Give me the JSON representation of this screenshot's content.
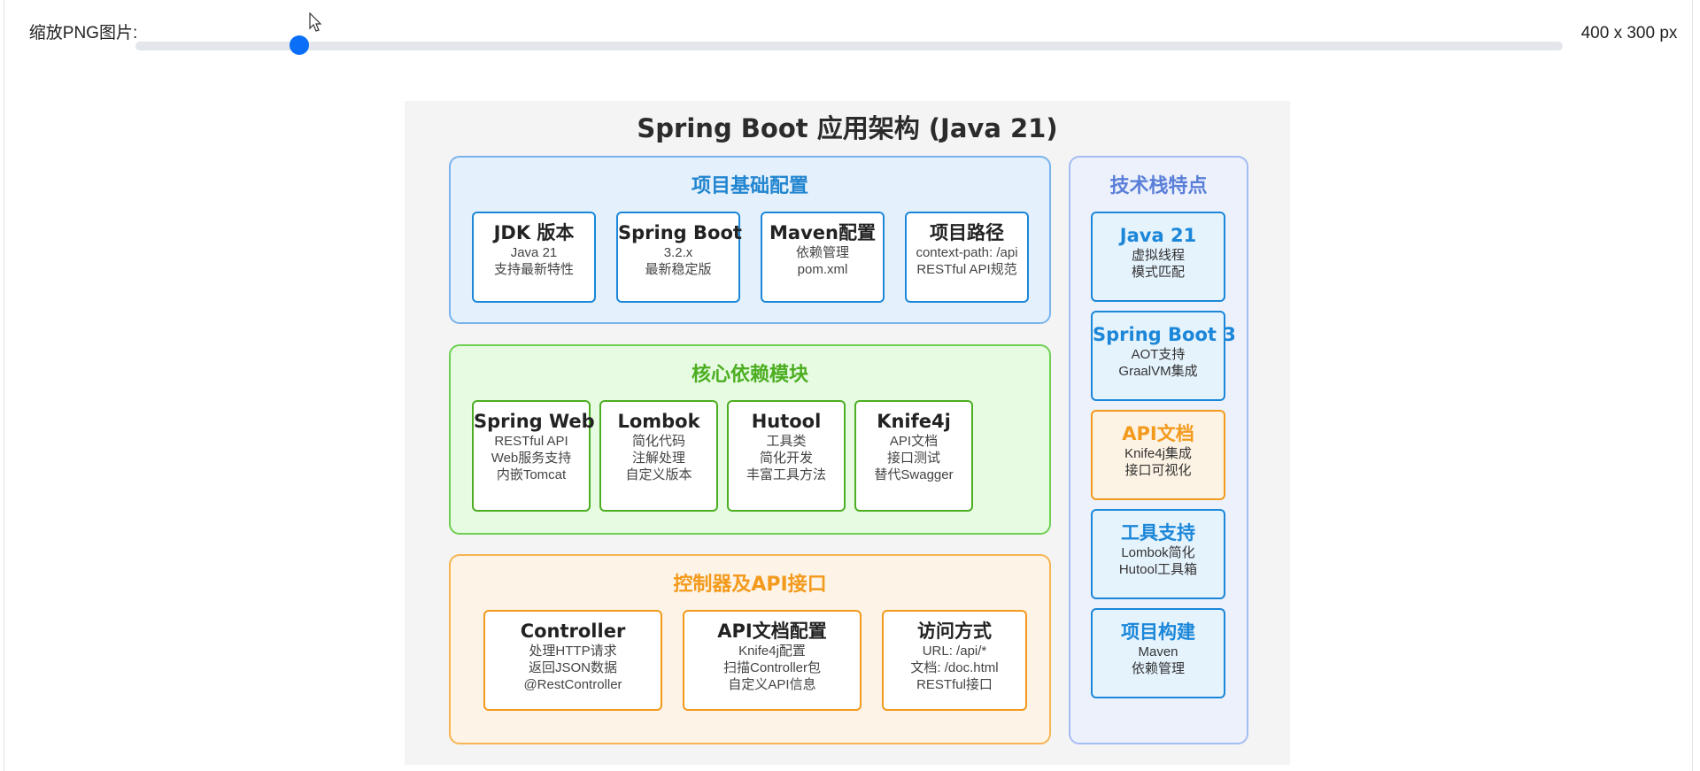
{
  "toolbar": {
    "zoom_label": "缩放PNG图片:",
    "zoom_fraction": 0.115,
    "size_readout": "400 x 300 px"
  },
  "diagram": {
    "title": "Spring Boot 应用架构 (Java 21)",
    "sections": {
      "basic": {
        "title": "项目基础配置",
        "cards": [
          {
            "title": "JDK 版本",
            "lines": [
              "Java 21",
              "支持最新特性"
            ]
          },
          {
            "title": "Spring Boot",
            "lines": [
              "3.2.x",
              "最新稳定版"
            ]
          },
          {
            "title": "Maven配置",
            "lines": [
              "依赖管理",
              "pom.xml"
            ]
          },
          {
            "title": "项目路径",
            "lines": [
              "context-path: /api",
              "RESTful API规范"
            ]
          }
        ]
      },
      "deps": {
        "title": "核心依赖模块",
        "cards": [
          {
            "title": "Spring Web",
            "lines": [
              "RESTful API",
              "Web服务支持",
              "内嵌Tomcat"
            ]
          },
          {
            "title": "Lombok",
            "lines": [
              "简化代码",
              "注解处理",
              "自定义版本"
            ]
          },
          {
            "title": "Hutool",
            "lines": [
              "工具类",
              "简化开发",
              "丰富工具方法"
            ]
          },
          {
            "title": "Knife4j",
            "lines": [
              "API文档",
              "接口测试",
              "替代Swagger"
            ]
          }
        ]
      },
      "api": {
        "title": "控制器及API接口",
        "cards": [
          {
            "title": "Controller",
            "lines": [
              "处理HTTP请求",
              "返回JSON数据",
              "@RestController"
            ]
          },
          {
            "title": "API文档配置",
            "lines": [
              "Knife4j配置",
              "扫描Controller包",
              "自定义API信息"
            ]
          },
          {
            "title": "访问方式",
            "lines": [
              "URL: /api/*",
              "文档: /doc.html",
              "RESTful接口"
            ]
          }
        ]
      },
      "tech": {
        "title": "技术栈特点",
        "cards": [
          {
            "title": "Java 21",
            "lines": [
              "虚拟线程",
              "模式匹配"
            ]
          },
          {
            "title": "Spring Boot 3",
            "lines": [
              "AOT支持",
              "GraalVM集成"
            ]
          },
          {
            "title": "API文档",
            "lines": [
              "Knife4j集成",
              "接口可视化"
            ]
          },
          {
            "title": "工具支持",
            "lines": [
              "Lombok简化",
              "Hutool工具箱"
            ]
          },
          {
            "title": "项目构建",
            "lines": [
              "Maven",
              "依赖管理"
            ]
          }
        ]
      }
    }
  },
  "colors": {
    "slider_thumb": "#0b6ef7",
    "blue": "#1c87d8",
    "green": "#4cae21",
    "orange": "#f39a1c",
    "side_title": "#5b7fd9"
  }
}
